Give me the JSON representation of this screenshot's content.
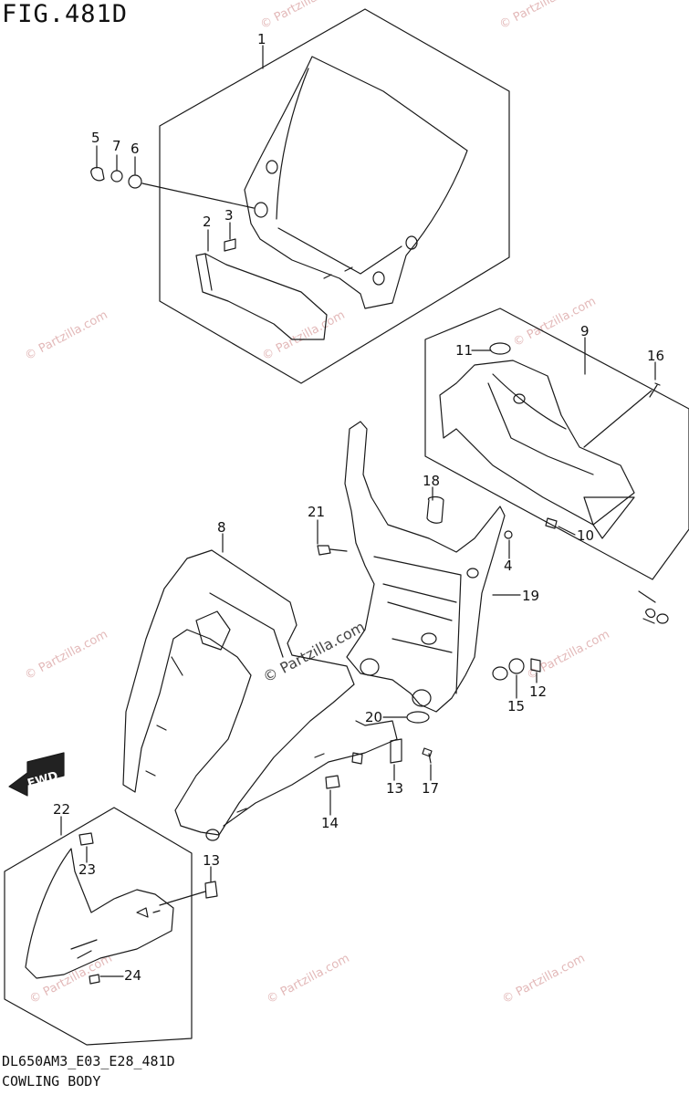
{
  "header": {
    "figure": "FIG.481D"
  },
  "footer": {
    "model_code": "DL650AM3_E03_E28_481D",
    "section_name": "COWLING BODY"
  },
  "watermark": {
    "text": "© Partzilla.com",
    "main_text": "© Partzilla.com"
  },
  "fwd": {
    "text": "FWD"
  },
  "labels": {
    "p1": "1",
    "p2": "2",
    "p3": "3",
    "p4": "4",
    "p5": "5",
    "p6": "6",
    "p7": "7",
    "p8": "8",
    "p9": "9",
    "p10": "10",
    "p11": "11",
    "p12": "12",
    "p13a": "13",
    "p13b": "13",
    "p14": "14",
    "p15": "15",
    "p16": "16",
    "p17": "17",
    "p18": "18",
    "p19": "19",
    "p20": "20",
    "p21": "21",
    "p22": "22",
    "p23": "23",
    "p24": "24"
  },
  "colors": {
    "line": "#1a1a1a",
    "watermark": "#e3b9b9",
    "fwd_fill": "#222222"
  }
}
